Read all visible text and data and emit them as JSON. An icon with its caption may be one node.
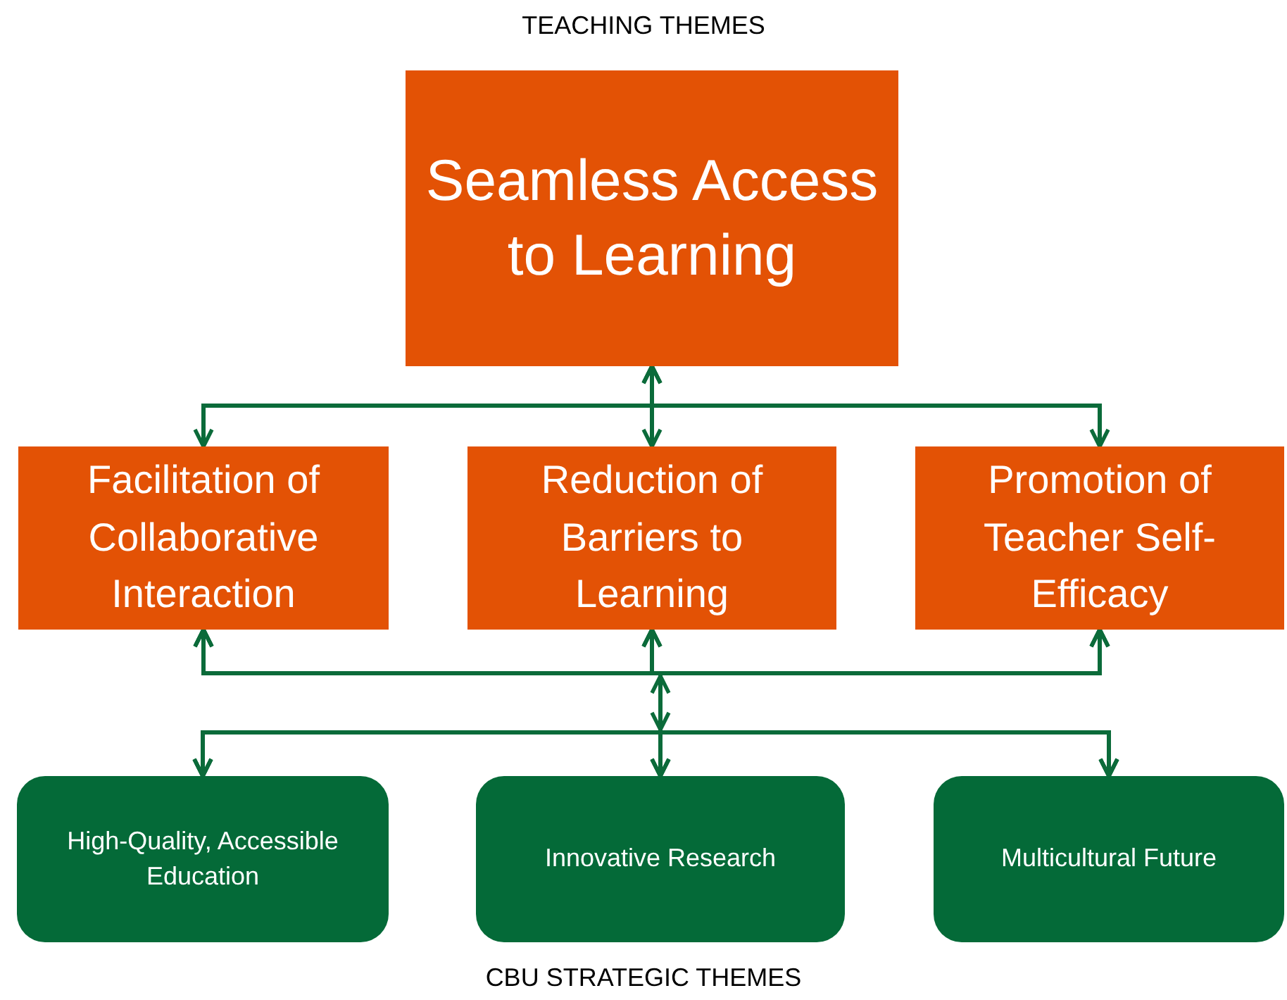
{
  "diagram": {
    "title": "TEACHING THEMES",
    "caption": "CBU STRATEGIC THEMES",
    "nodes": [
      {
        "text": [
          "Seamless Access to Learning"
        ]
      },
      {
        "text": [
          "Facilitation of Collaborative Interaction"
        ]
      },
      {
        "text": [
          "Reduction of Barriers to Learning"
        ]
      },
      {
        "text": [
          "Promotion of Teacher Self-Efficacy"
        ]
      },
      {
        "text": [
          "High-Quality, Accessible Education"
        ]
      },
      {
        "text": [
          "Innovative Research"
        ]
      },
      {
        "text": [
          "Multicultural Future"
        ]
      }
    ],
    "edges": [
      {
        "from": 0,
        "to": 1,
        "arrow": "both"
      },
      {
        "from": 0,
        "to": 2,
        "arrow": "both"
      },
      {
        "from": 0,
        "to": 3,
        "arrow": "both"
      },
      {
        "from": 1,
        "to": 4,
        "arrow": "both"
      },
      {
        "from": 1,
        "to": 5,
        "arrow": "both"
      },
      {
        "from": 1,
        "to": 6,
        "arrow": "both"
      },
      {
        "from": 2,
        "to": 4,
        "arrow": "both"
      },
      {
        "from": 2,
        "to": 5,
        "arrow": "both"
      },
      {
        "from": 2,
        "to": 6,
        "arrow": "both"
      },
      {
        "from": 3,
        "to": 4,
        "arrow": "both"
      },
      {
        "from": 3,
        "to": 5,
        "arrow": "both"
      },
      {
        "from": 3,
        "to": 6,
        "arrow": "both"
      }
    ]
  }
}
